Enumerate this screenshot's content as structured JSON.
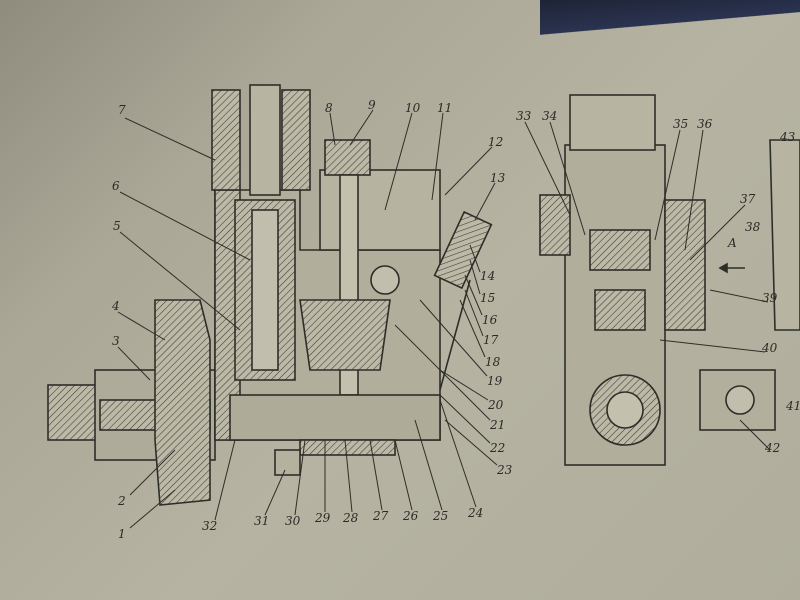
{
  "figure": {
    "callouts": [
      "1",
      "2",
      "3",
      "4",
      "5",
      "6",
      "7",
      "8",
      "9",
      "10",
      "11",
      "12",
      "13",
      "14",
      "15",
      "16",
      "17",
      "18",
      "19",
      "20",
      "21",
      "22",
      "23",
      "24",
      "25",
      "26",
      "27",
      "28",
      "29",
      "30",
      "31",
      "32",
      "33",
      "34",
      "35",
      "36",
      "37",
      "38",
      "39",
      "40",
      "41",
      "42",
      "43"
    ],
    "view_arrow_label": "A"
  },
  "colors": {
    "paper": "#b6b3a2",
    "ink": "#2a2a26",
    "corner": "#2a3350"
  }
}
